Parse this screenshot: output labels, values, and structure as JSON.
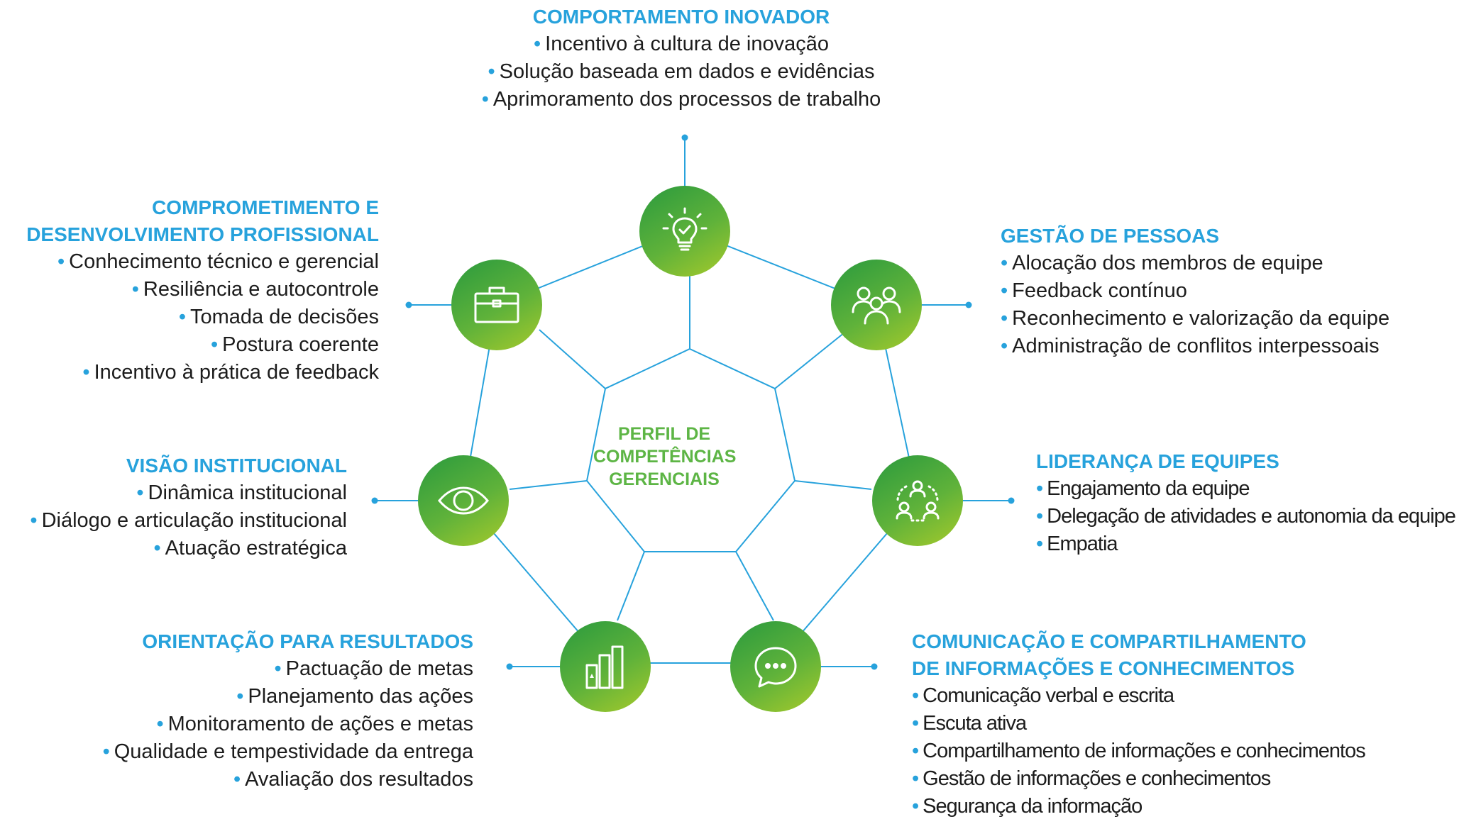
{
  "center": {
    "lines": [
      "PERFIL DE",
      "COMPETÊNCIAS",
      "GERENCIAIS"
    ]
  },
  "colors": {
    "title": "#27a2dc",
    "center_text": "#5db545",
    "line": "#27a2dc",
    "node_start": "#2a9a3e",
    "node_end": "#a6ca2b"
  },
  "competencies": {
    "inovador": {
      "icon": "lightbulb-check-icon",
      "title": [
        "COMPORTAMENTO INOVADOR"
      ],
      "items": [
        "Incentivo à cultura de inovação",
        "Solução baseada em dados e evidências",
        "Aprimoramento dos processos de trabalho"
      ]
    },
    "pessoas": {
      "icon": "people-group-icon",
      "title": [
        "GESTÃO DE PESSOAS"
      ],
      "items": [
        "Alocação dos membros de equipe",
        "Feedback contínuo",
        "Reconhecimento e valorização da equipe",
        "Administração de conflitos interpessoais"
      ]
    },
    "lideranca": {
      "icon": "team-leadership-icon",
      "title": [
        "LIDERANÇA DE EQUIPES"
      ],
      "items": [
        "Engajamento da equipe",
        "Delegação de atividades e autonomia da equipe",
        "Empatia"
      ]
    },
    "comunicacao": {
      "icon": "chat-bubble-icon",
      "title": [
        "COMUNICAÇÃO E COMPARTILHAMENTO",
        "DE INFORMAÇÕES E CONHECIMENTOS"
      ],
      "items": [
        "Comunicação verbal e escrita",
        "Escuta ativa",
        "Compartilhamento de informações e conhecimentos",
        "Gestão de informações e conhecimentos",
        "Segurança da informação"
      ]
    },
    "resultados": {
      "icon": "bar-chart-icon",
      "title": [
        "ORIENTAÇÃO PARA RESULTADOS"
      ],
      "items": [
        "Pactuação de metas",
        "Planejamento das ações",
        "Monitoramento de ações e metas",
        "Qualidade e tempestividade da entrega",
        "Avaliação dos resultados"
      ]
    },
    "visao": {
      "icon": "eye-icon",
      "title": [
        "VISÃO INSTITUCIONAL"
      ],
      "items": [
        "Dinâmica institucional",
        "Diálogo e articulação institucional",
        "Atuação estratégica"
      ]
    },
    "comprometimento": {
      "icon": "briefcase-icon",
      "title": [
        "COMPROMETIMENTO E",
        "DESENVOLVIMENTO PROFISSIONAL"
      ],
      "items": [
        "Conhecimento técnico e gerencial",
        "Resiliência e autocontrole",
        "Tomada de decisões",
        "Postura coerente",
        "Incentivo à prática de feedback"
      ]
    }
  }
}
